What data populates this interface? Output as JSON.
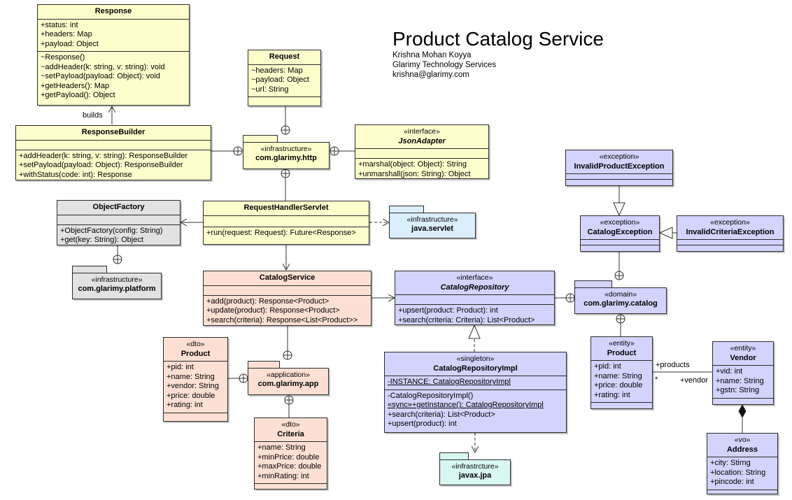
{
  "title": "Product Catalog Service",
  "author": "Krishna Mohan Koyya",
  "company": "Glarimy Technology Services",
  "email": "krishna@glarimy.com",
  "classes": {
    "response": {
      "name": "Response",
      "attributes": [
        "+status: int",
        "+headers: Map",
        "+payload: Object"
      ],
      "operations": [
        "~Response()",
        "~addHeader(k: string, v: string): void",
        "~setPayload(payload: Object): void",
        "+getHeaders(): Map",
        "+getPayload(): Object"
      ]
    },
    "request": {
      "name": "Request",
      "attributes": [
        "~headers: Map",
        "~payload: Object",
        "~url: String"
      ]
    },
    "response_builder": {
      "name": "ResponseBuilder",
      "operations": [
        "+addHeader(k: string, v: string): ResponseBuilder",
        "+setPayload(payload: Object): ResponseBuilder",
        "+withStatus(code: int): Response"
      ]
    },
    "json_adapter": {
      "stereotype": "«interface»",
      "name": "JsonAdapter",
      "operations": [
        "+marshal(object: Object): String",
        "+unmarshall(json: String): Object"
      ]
    },
    "object_factory": {
      "name": "ObjectFactory",
      "operations": [
        "+ObjectFactory(config: String)",
        "+get(key: String): Object"
      ]
    },
    "request_handler_servlet": {
      "name": "RequestHandlerServlet",
      "operations": [
        "+run(request: Request): Future<Response>"
      ]
    },
    "catalog_service": {
      "name": "CatalogService",
      "operations": [
        "+add(product): Response<Product>",
        "+update(product): Response<Product>",
        "+search(criteria): Response<List<Product>>"
      ]
    },
    "catalog_repository": {
      "stereotype": "«interface»",
      "name": "CatalogRepository",
      "operations": [
        "+upsert(product: Product): int",
        "+search(criteria: Criteria): List<Product>"
      ]
    },
    "catalog_repository_impl": {
      "stereotype": "«singleton»",
      "name": "CatalogRepositoryImpl",
      "attributes": [
        "-INSTANCE: CatalogRepositoryImpl"
      ],
      "operations": [
        "-CatalogRepositoryImpl()",
        "«sync»+getInstance(): CatalogRepositoryImpl",
        "+search(criteria): List<Product>",
        "+upsert(product): int"
      ]
    },
    "product_dto": {
      "stereotype": "«dto»",
      "name": "Product",
      "attributes": [
        "+pid: int",
        "+name: String",
        "+vendor: String",
        "+price: double",
        "+rating: int"
      ]
    },
    "criteria_dto": {
      "stereotype": "«dto»",
      "name": "Criteria",
      "attributes": [
        "+name: String",
        "+minPrice: double",
        "+maxPrice: double",
        "+minRating: int"
      ]
    },
    "invalid_product_exception": {
      "stereotype": "«exception»",
      "name": "InvalidProductException"
    },
    "catalog_exception": {
      "stereotype": "«exception»",
      "name": "CatalogException"
    },
    "invalid_criteria_exception": {
      "stereotype": "«exception»",
      "name": "InvalidCriteriaException"
    },
    "product_entity": {
      "stereotype": "«entity»",
      "name": "Product",
      "attributes": [
        "+pid: int",
        "+name: String",
        "+price: double",
        "+rating: int"
      ]
    },
    "vendor_entity": {
      "stereotype": "«entity»",
      "name": "Vendor",
      "attributes": [
        "+vid: int",
        "+name: String",
        "+gstn: String"
      ]
    },
    "address_vo": {
      "stereotype": "«vo»",
      "name": "Address",
      "attributes": [
        "+city: Stirng",
        "+location: String",
        "+pincode: int"
      ]
    }
  },
  "packages": {
    "http": {
      "stereotype": "«infrastructure»",
      "name": "com.glarimy.http"
    },
    "servlet": {
      "stereotype": "«infrastructure»",
      "name": "java.servlet"
    },
    "platform": {
      "stereotype": "«infrastructure»",
      "name": "com.glarimy.platform"
    },
    "catalog": {
      "stereotype": "«domain»",
      "name": "com.glarimy.catalog"
    },
    "app": {
      "stereotype": "«application»",
      "name": "com.glarimy.app"
    },
    "jpa": {
      "stereotype": "«infrastrcture»",
      "name": "javax.jpa"
    }
  },
  "labels": {
    "builds": "builds",
    "products": "+products",
    "vendor": "+vendor",
    "star": "*"
  }
}
